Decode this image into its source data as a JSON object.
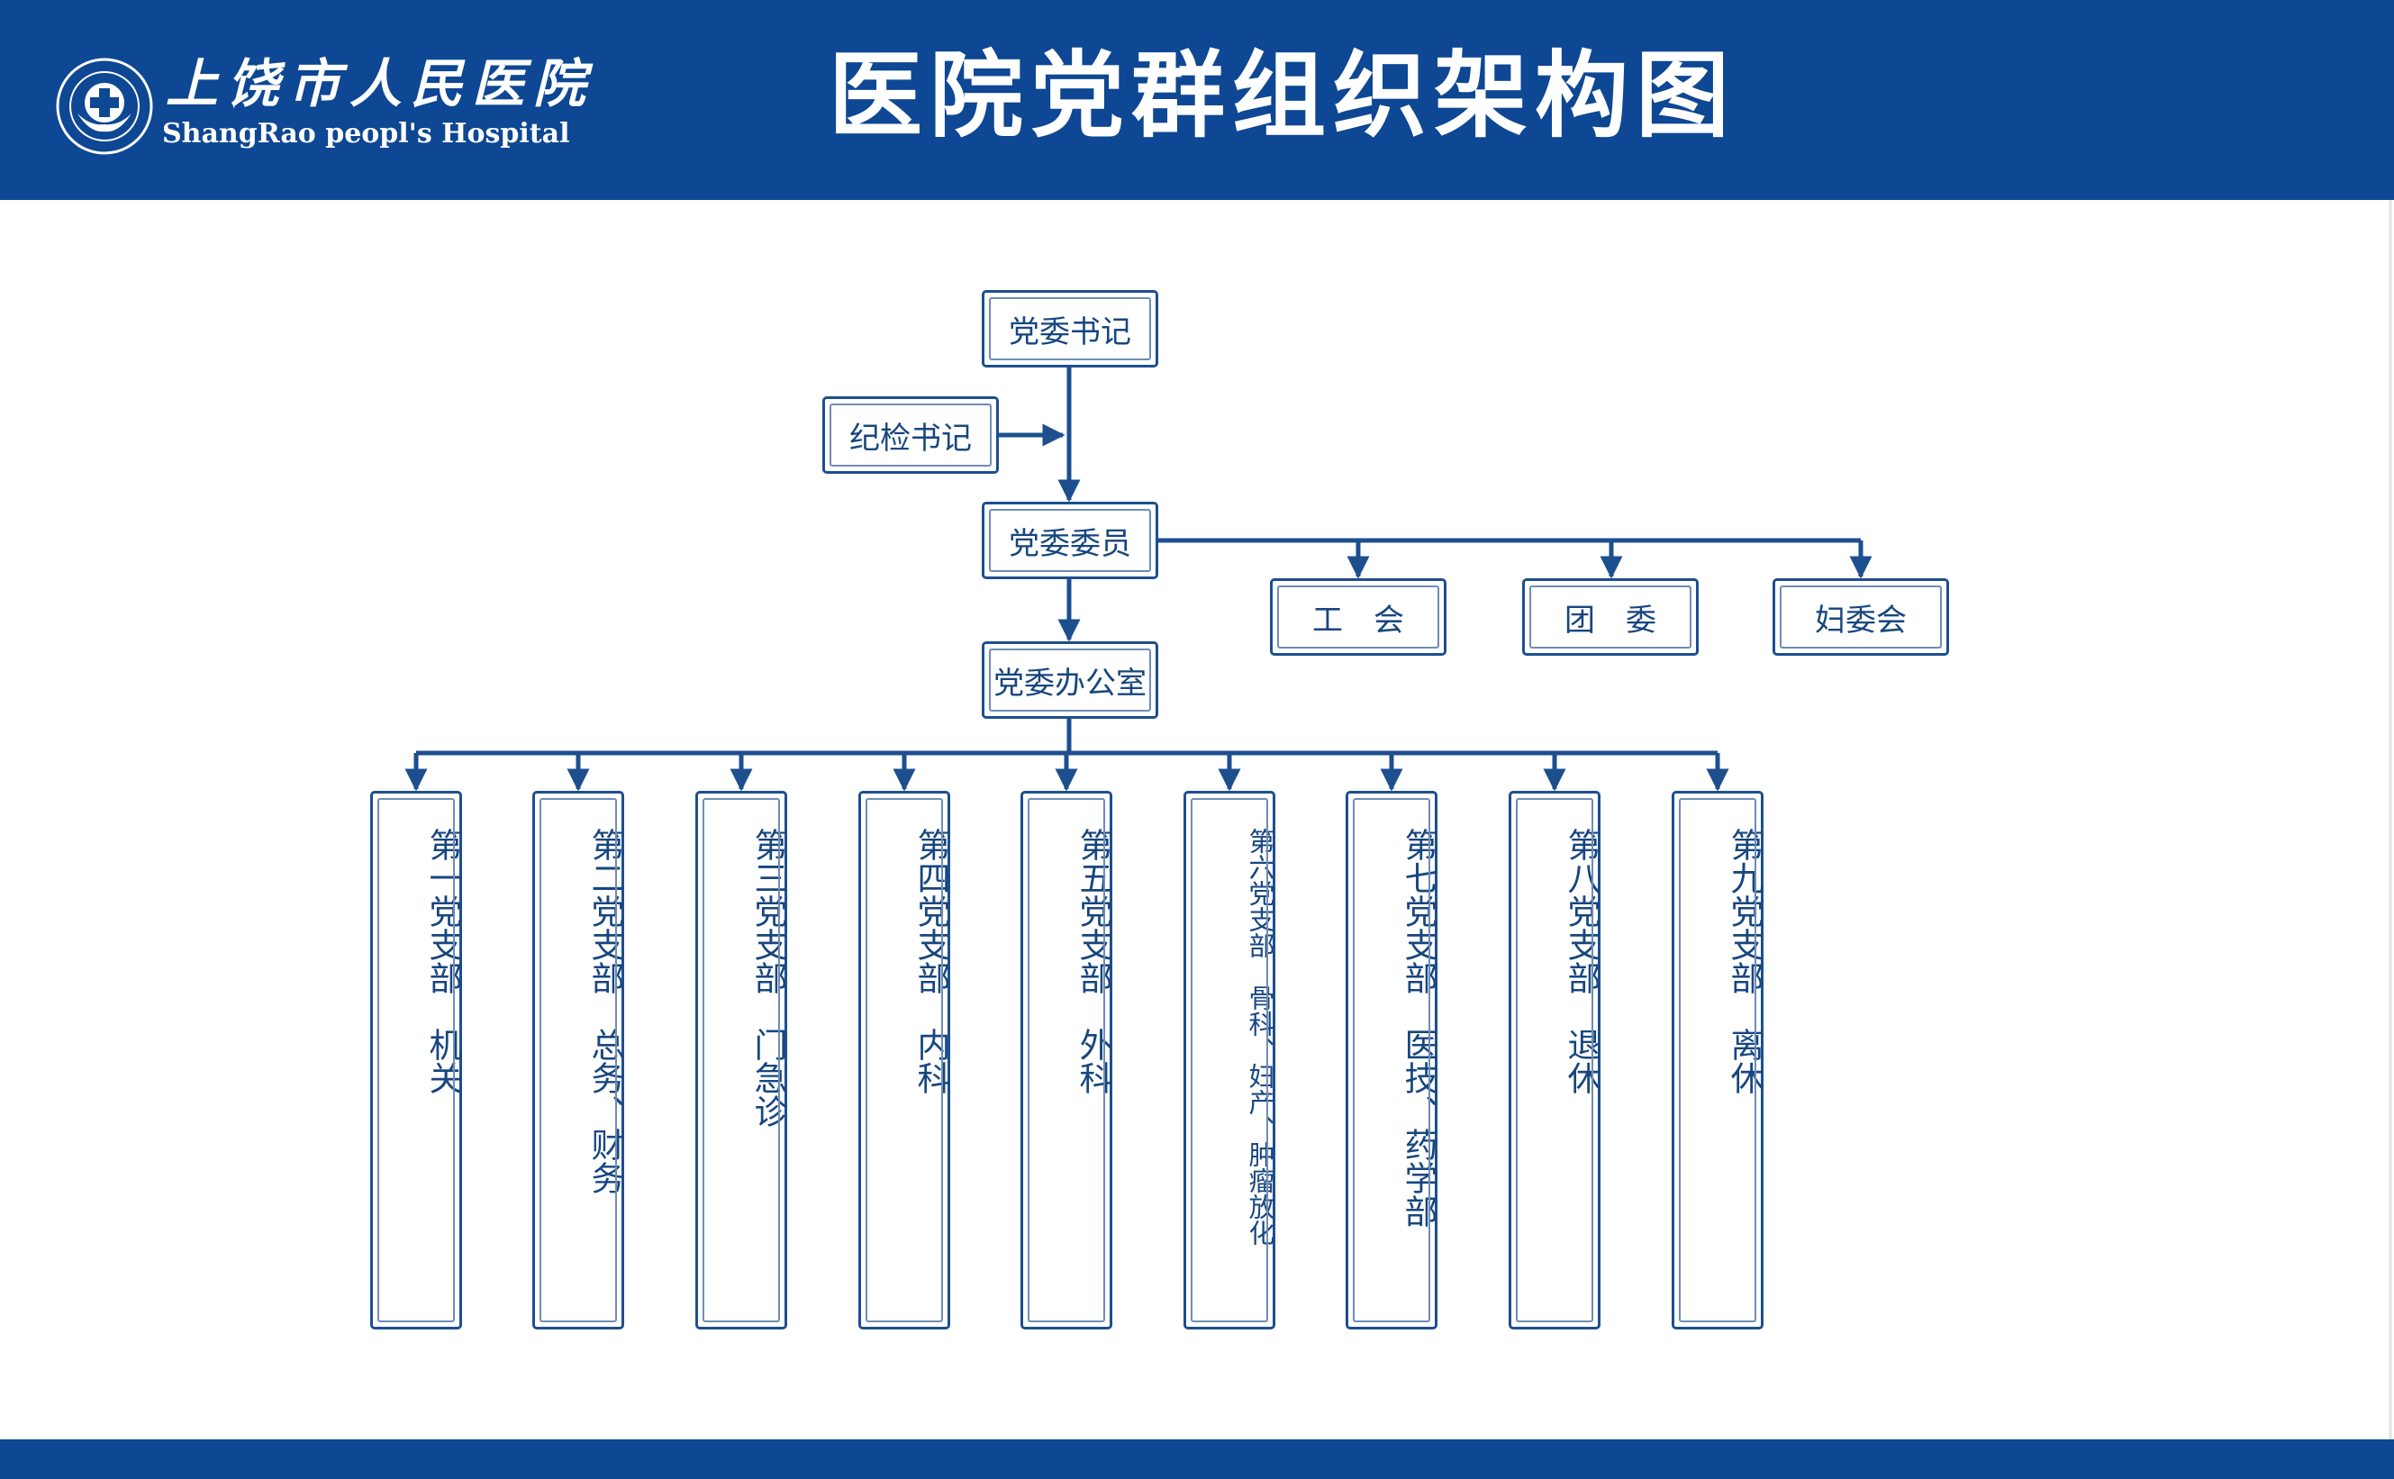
{
  "header": {
    "hospital_name_cn": "上饶市人民医院",
    "hospital_name_en": "ShangRao peopl's Hospital",
    "title": "医院党群组织架构图"
  },
  "colors": {
    "brand_blue": "#0e4793",
    "line_blue": "#1d4f8f",
    "text_blue": "#17467f"
  },
  "org": {
    "secretary": "党委书记",
    "discipline": "纪检书记",
    "committee": "党委委员",
    "office": "党委办公室",
    "mass_orgs": [
      "工　会",
      "团　委",
      "妇委会"
    ],
    "branches": [
      "第一党支部　机关",
      "第二党支部　总务、财务",
      "第三党支部　门急诊",
      "第四党支部　内科",
      "第五党支部　外科",
      "第六党支部　骨科、妇产、肿瘤放化",
      "第七党支部　医技、药学部",
      "第八党支部　退休",
      "第九党支部　离休"
    ]
  }
}
